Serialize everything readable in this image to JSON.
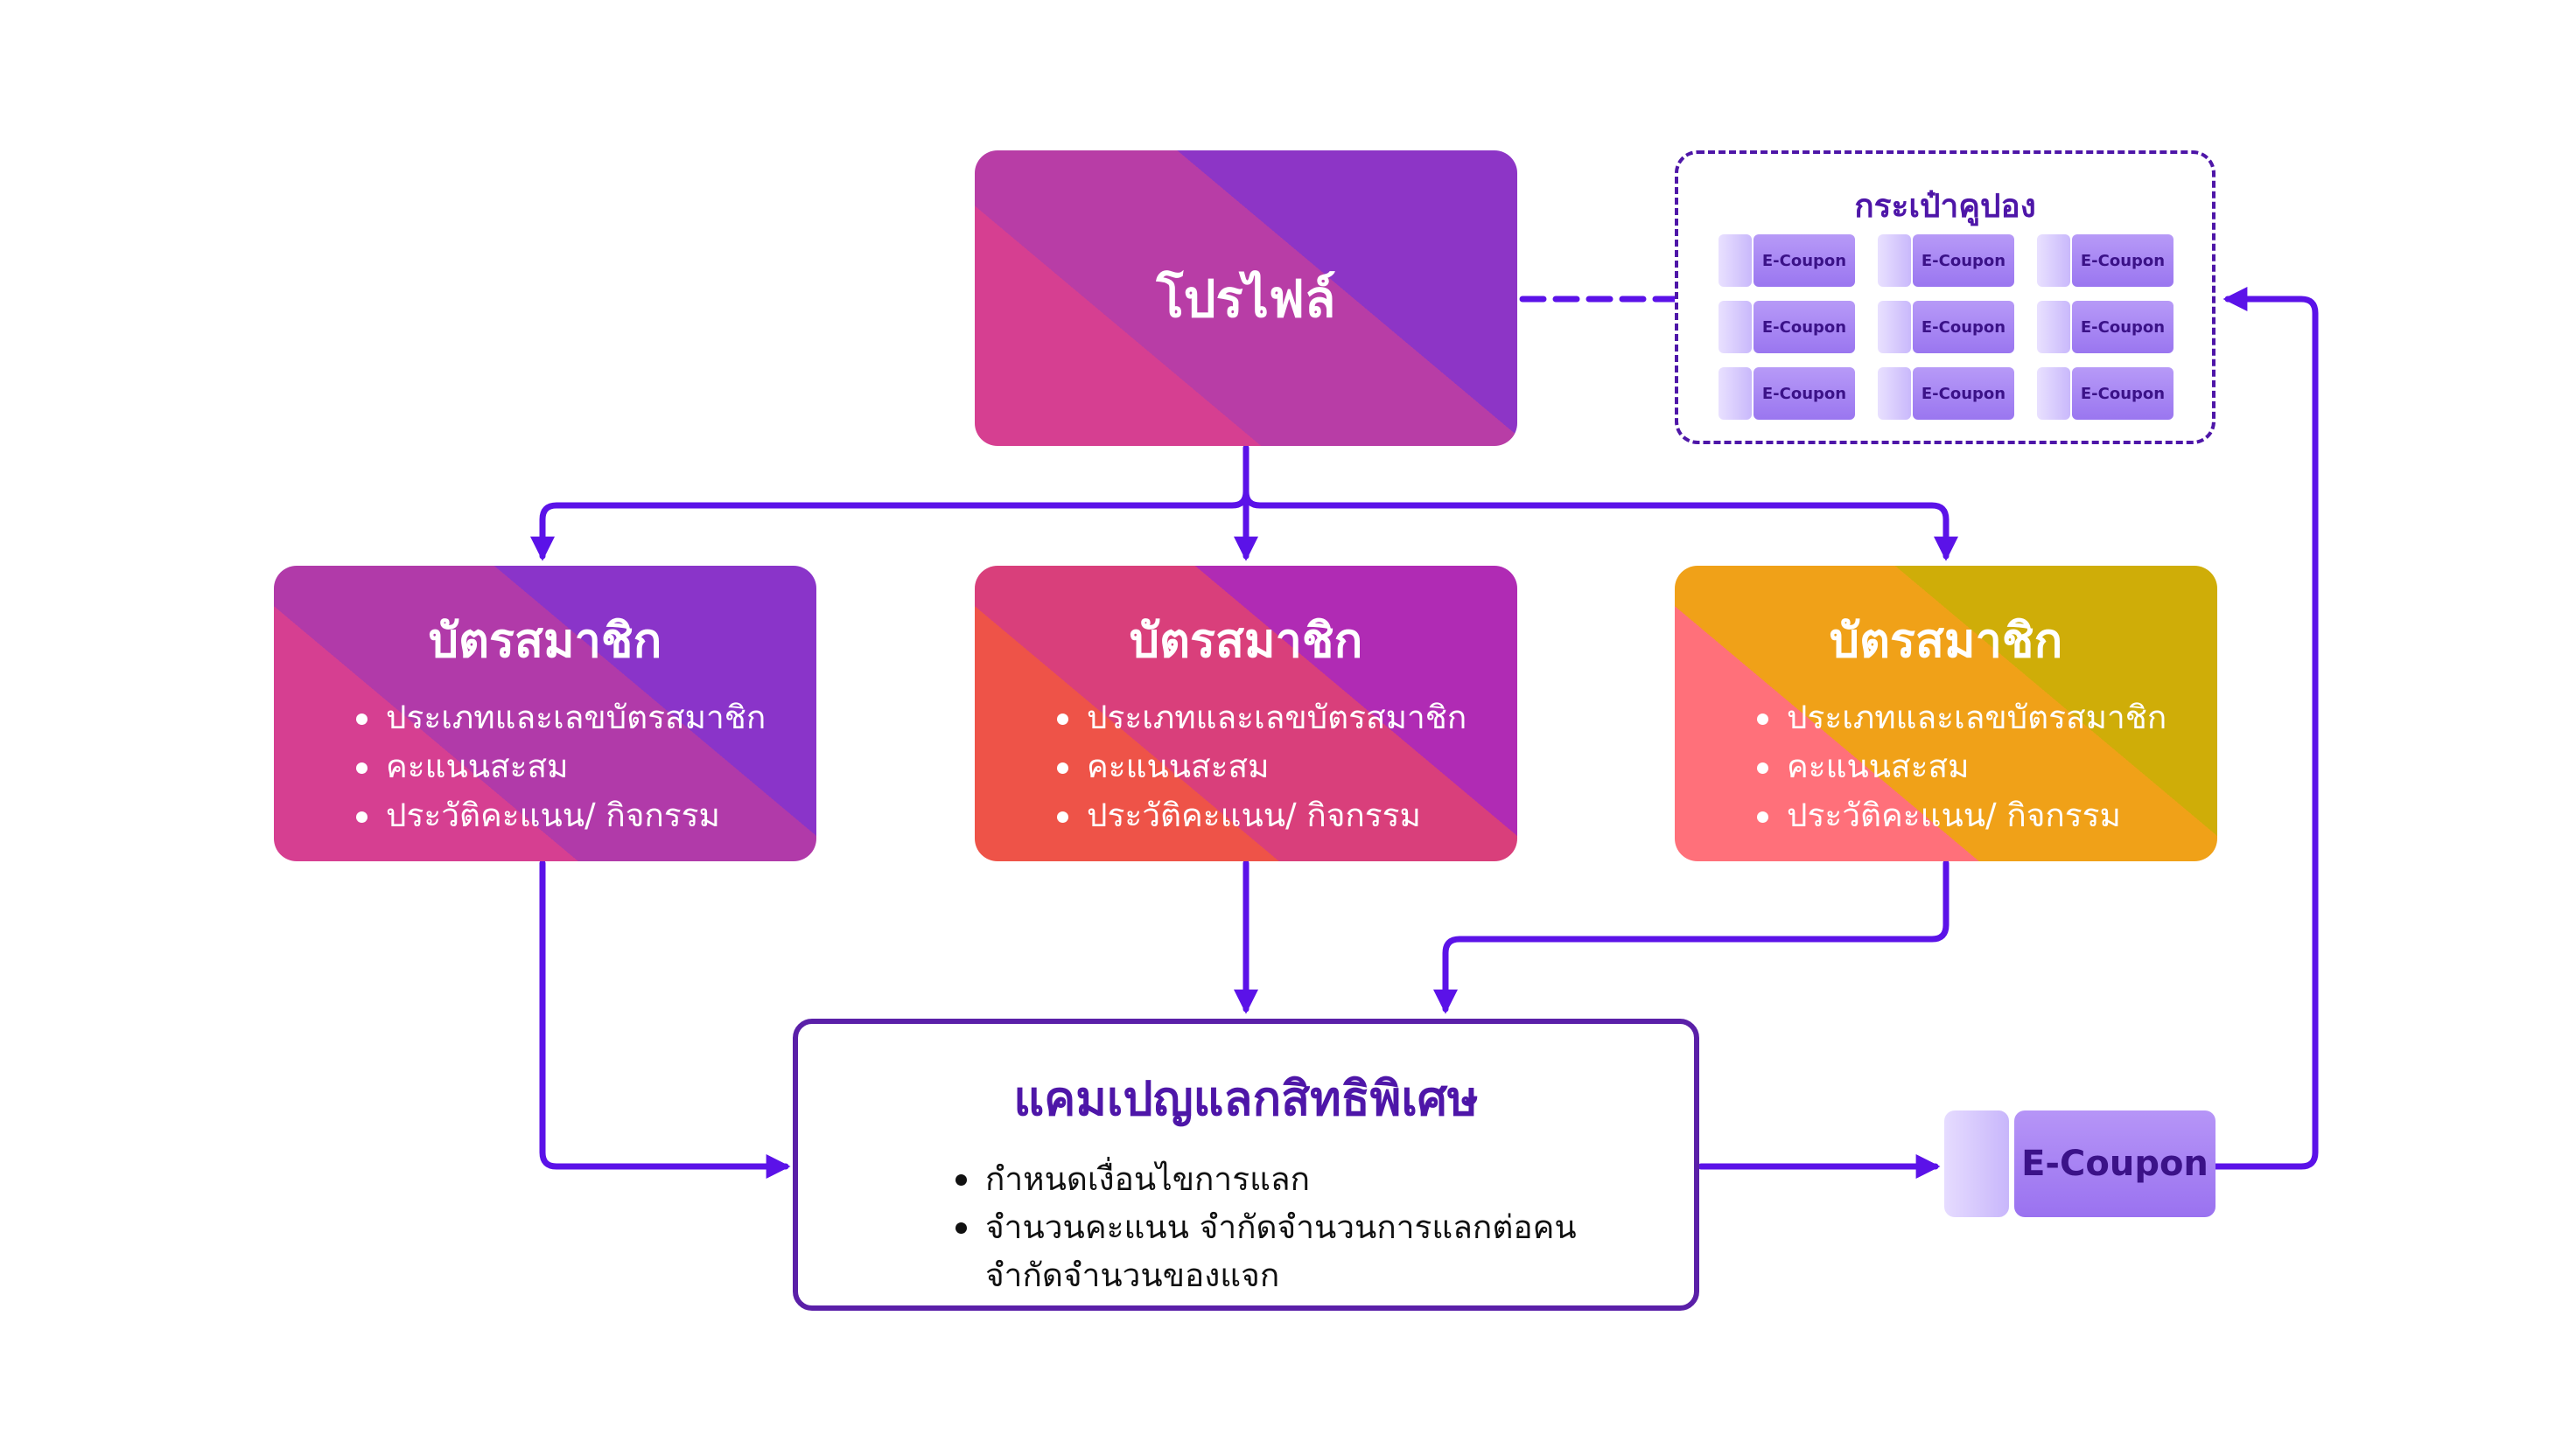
{
  "colors": {
    "connector": "#5b12e8",
    "heading_purple": "#4e16a8"
  },
  "profile": {
    "title": "โปรไฟล์"
  },
  "wallet": {
    "title": "กระเป๋าคูปอง",
    "coupons": [
      "E-Coupon",
      "E-Coupon",
      "E-Coupon",
      "E-Coupon",
      "E-Coupon",
      "E-Coupon",
      "E-Coupon",
      "E-Coupon",
      "E-Coupon"
    ]
  },
  "cards": [
    {
      "title": "บัตรสมาชิก",
      "items": [
        "ประเภทและเลขบัตรสมาชิก",
        "คะแนนสะสม",
        "ประวัติคะแนน/ กิจกรรม"
      ]
    },
    {
      "title": "บัตรสมาชิก",
      "items": [
        "ประเภทและเลขบัตรสมาชิก",
        "คะแนนสะสม",
        "ประวัติคะแนน/ กิจกรรม"
      ]
    },
    {
      "title": "บัตรสมาชิก",
      "items": [
        "ประเภทและเลขบัตรสมาชิก",
        "คะแนนสะสม",
        "ประวัติคะแนน/ กิจกรรม"
      ]
    }
  ],
  "campaign": {
    "title": "แคมเปญแลกสิทธิพิเศษ",
    "items": [
      "กำหนดเงื่อนไขการแลก",
      "จำนวนคะแนน จำกัดจำนวนการแลกต่อคน"
    ],
    "continuation": "จำกัดจำนวนของแจก"
  },
  "ecoupon": {
    "label": "E-Coupon"
  }
}
